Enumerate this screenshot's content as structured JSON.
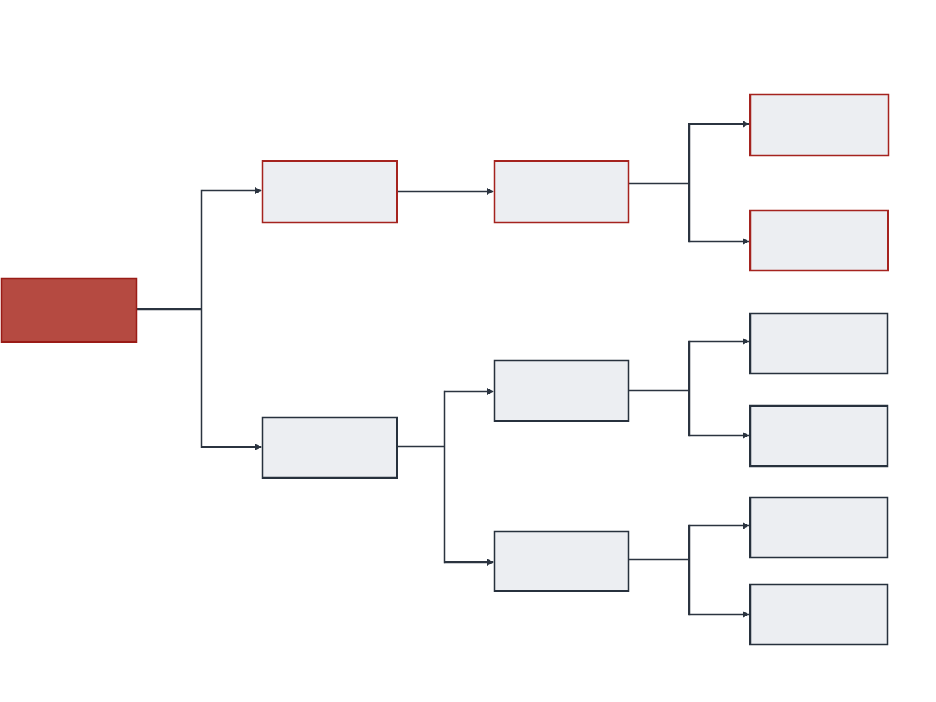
{
  "diagram": {
    "type": "tree",
    "colors": {
      "background": "#ffffff",
      "connector": "#2b3440",
      "root_fill": "#b54a41",
      "root_border": "#9a1c17",
      "node_fill": "#eceef2",
      "highlight_border": "#a5231f",
      "default_border": "#27313d"
    },
    "nodes": [
      {
        "id": "root",
        "label": "",
        "style": "root"
      },
      {
        "id": "a",
        "label": "",
        "style": "highlight"
      },
      {
        "id": "b",
        "label": "",
        "style": "default"
      },
      {
        "id": "a1",
        "label": "",
        "style": "highlight"
      },
      {
        "id": "b1",
        "label": "",
        "style": "default"
      },
      {
        "id": "b2",
        "label": "",
        "style": "default"
      },
      {
        "id": "a1x",
        "label": "",
        "style": "highlight"
      },
      {
        "id": "a1y",
        "label": "",
        "style": "highlight"
      },
      {
        "id": "b1x",
        "label": "",
        "style": "default"
      },
      {
        "id": "b1y",
        "label": "",
        "style": "default"
      },
      {
        "id": "b2x",
        "label": "",
        "style": "default"
      },
      {
        "id": "b2y",
        "label": "",
        "style": "default"
      }
    ],
    "edges": [
      {
        "from": "root",
        "to": "a"
      },
      {
        "from": "root",
        "to": "b"
      },
      {
        "from": "a",
        "to": "a1"
      },
      {
        "from": "a1",
        "to": "a1x"
      },
      {
        "from": "a1",
        "to": "a1y"
      },
      {
        "from": "b",
        "to": "b1"
      },
      {
        "from": "b",
        "to": "b2"
      },
      {
        "from": "b1",
        "to": "b1x"
      },
      {
        "from": "b1",
        "to": "b1y"
      },
      {
        "from": "b2",
        "to": "b2x"
      },
      {
        "from": "b2",
        "to": "b2y"
      }
    ]
  }
}
